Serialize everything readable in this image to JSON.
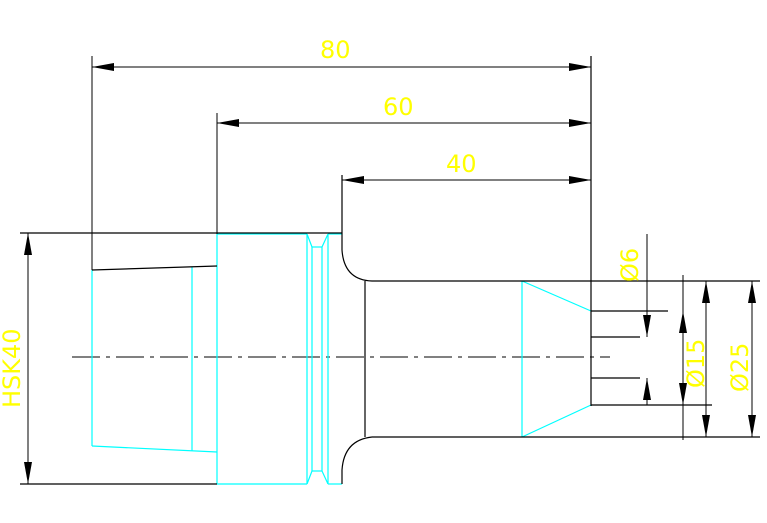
{
  "drawing": {
    "dimensions": {
      "overall_length": "80",
      "mid_length": "60",
      "short_length": "40",
      "taper_label": "HSK40",
      "bore_small": "Ø6",
      "bore_mid": "Ø15",
      "outer_diameter": "Ø25"
    },
    "colors": {
      "part_outline": "#00ffff",
      "dimension_text": "#ffff00",
      "dimension_lines": "#000000",
      "background": "#ffffff"
    }
  }
}
